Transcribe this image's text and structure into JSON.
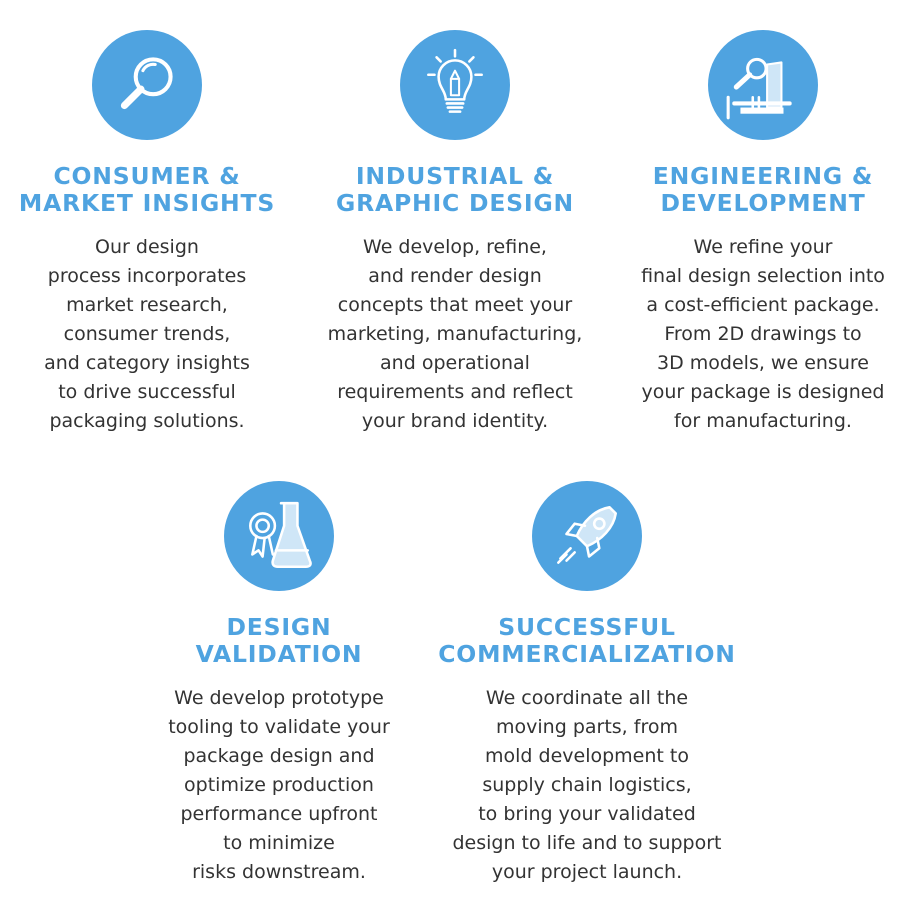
{
  "accent_color": "#4fa3e0",
  "text_color": "#333333",
  "sections": [
    {
      "icon": "magnifier-icon",
      "title_lines": [
        "CONSUMER &",
        "MARKET INSIGHTS"
      ],
      "body_lines": [
        "Our design",
        "process incorporates",
        "market research,",
        "consumer trends,",
        "and category insights",
        "to drive successful",
        "packaging solutions."
      ]
    },
    {
      "icon": "lightbulb-pencil-icon",
      "title_lines": [
        "INDUSTRIAL &",
        "GRAPHIC DESIGN"
      ],
      "body_lines": [
        "We develop, refine,",
        "and render design",
        "concepts that meet your",
        "marketing, manufacturing,",
        "and operational",
        "requirements and reflect",
        "your brand identity."
      ]
    },
    {
      "icon": "engineering-caliper-icon",
      "title_lines": [
        "ENGINEERING &",
        "DEVELOPMENT"
      ],
      "body_lines": [
        "We refine your",
        "final design selection into",
        "a cost-efficient package.",
        "From 2D drawings to",
        "3D models, we ensure",
        "your package is designed",
        "for manufacturing."
      ]
    },
    {
      "icon": "award-flask-icon",
      "title_lines": [
        "DESIGN",
        "VALIDATION"
      ],
      "body_lines": [
        "We develop prototype",
        "tooling to validate your",
        "package design and",
        "optimize production",
        "performance upfront",
        "to minimize",
        "risks downstream."
      ]
    },
    {
      "icon": "rocket-icon",
      "title_lines": [
        "SUCCESSFUL",
        "COMMERCIALIZATION"
      ],
      "body_lines": [
        "We coordinate all the",
        "moving parts, from",
        "mold development to",
        "supply chain logistics,",
        "to bring your validated",
        "design to life and to support",
        "your project launch."
      ]
    }
  ]
}
